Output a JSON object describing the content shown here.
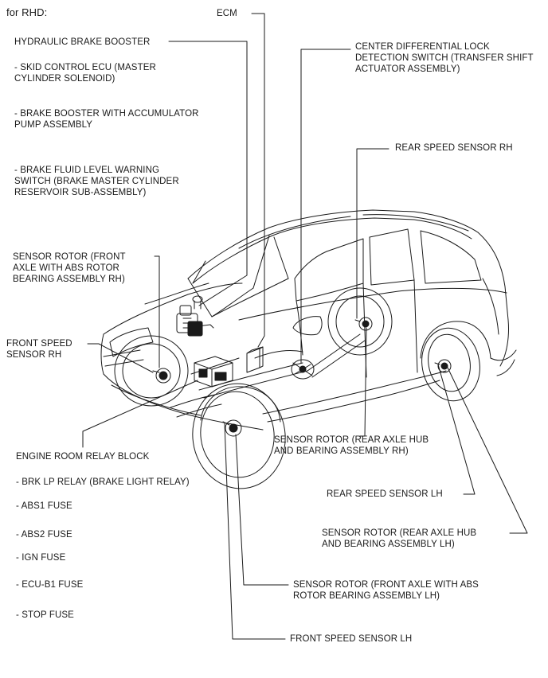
{
  "header": "for RHD:",
  "labels": {
    "ecm": "ECM",
    "hydraulic_brake_booster": "HYDRAULIC BRAKE BOOSTER",
    "skid_control_ecu": [
      "- SKID CONTROL ECU (MASTER",
      "CYLINDER SOLENOID)"
    ],
    "brake_booster_accumulator": [
      "- BRAKE BOOSTER WITH ACCUMULATOR",
      "PUMP ASSEMBLY"
    ],
    "brake_fluid_switch": [
      "- BRAKE FLUID LEVEL WARNING",
      "SWITCH (BRAKE MASTER CYLINDER",
      "RESERVOIR SUB-ASSEMBLY)"
    ],
    "center_diff_switch": [
      "CENTER DIFFERENTIAL LOCK",
      "DETECTION SWITCH (TRANSFER SHIFT",
      "ACTUATOR ASSEMBLY)"
    ],
    "rear_speed_sensor_rh": "REAR SPEED SENSOR RH",
    "sensor_rotor_front_rh": [
      "SENSOR ROTOR (FRONT",
      "AXLE WITH ABS ROTOR",
      "BEARING ASSEMBLY RH)"
    ],
    "front_speed_sensor_rh": [
      "FRONT SPEED",
      "SENSOR RH"
    ],
    "sensor_rotor_rear_rh": [
      "SENSOR ROTOR (REAR AXLE HUB",
      "AND BEARING ASSEMBLY RH)"
    ],
    "engine_room_relay_block": "ENGINE ROOM RELAY BLOCK",
    "brk_lp_relay": "- BRK LP RELAY (BRAKE LIGHT RELAY)",
    "abs1_fuse": "- ABS1 FUSE",
    "abs2_fuse": "- ABS2 FUSE",
    "ign_fuse": "- IGN FUSE",
    "ecu_b1_fuse": "- ECU-B1 FUSE",
    "stop_fuse": "- STOP FUSE",
    "rear_speed_sensor_lh": "REAR SPEED SENSOR LH",
    "sensor_rotor_rear_lh": [
      "SENSOR ROTOR (REAR AXLE HUB",
      "AND BEARING ASSEMBLY LH)"
    ],
    "sensor_rotor_front_lh": [
      "SENSOR ROTOR (FRONT AXLE WITH ABS",
      "ROTOR BEARING ASSEMBLY LH)"
    ],
    "front_speed_sensor_lh": "FRONT SPEED SENSOR LH"
  }
}
